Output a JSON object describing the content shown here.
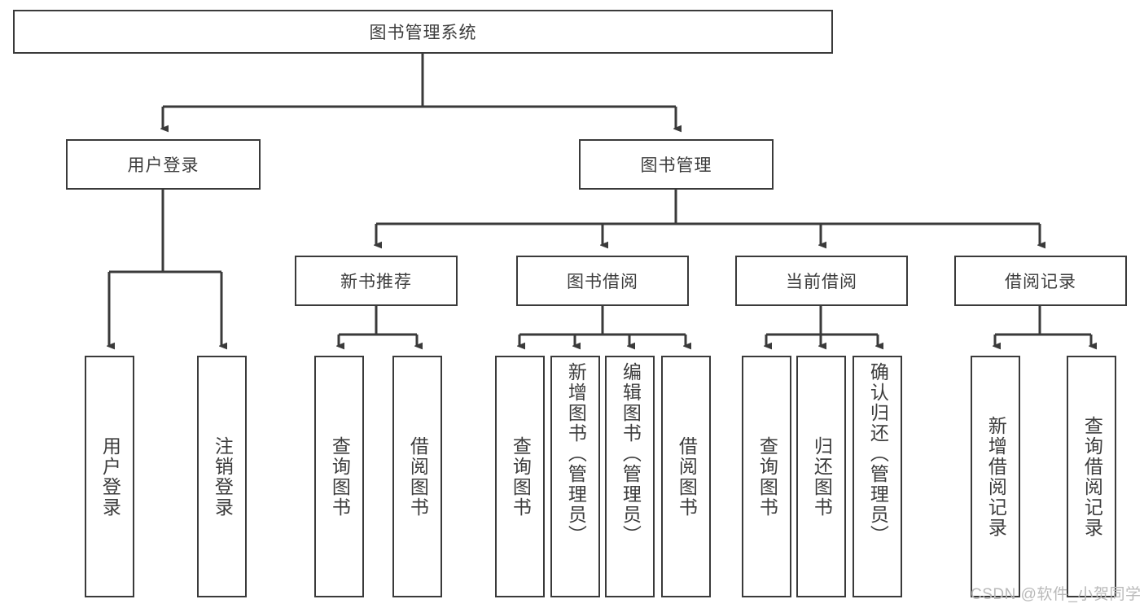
{
  "diagram": {
    "title_node": {
      "label": "图书管理系统"
    },
    "level2": [
      {
        "id": "user-login",
        "label": "用户登录"
      },
      {
        "id": "book-management",
        "label": "图书管理"
      }
    ],
    "level3": [
      {
        "id": "new-book-recommend",
        "label": "新书推荐"
      },
      {
        "id": "book-borrow",
        "label": "图书借阅"
      },
      {
        "id": "current-borrow",
        "label": "当前借阅"
      },
      {
        "id": "borrow-record",
        "label": "借阅记录"
      }
    ],
    "leaves": {
      "user_login": [
        {
          "id": "leaf-user-login",
          "label": "用户登录"
        },
        {
          "id": "leaf-logout-login",
          "label": "注销登录"
        }
      ],
      "new_book_recommend": [
        {
          "id": "leaf-query-book-1",
          "label": "查询图书"
        },
        {
          "id": "leaf-borrow-book-1",
          "label": "借阅图书"
        }
      ],
      "book_borrow": [
        {
          "id": "leaf-query-book-2",
          "label": "查询图书"
        },
        {
          "id": "leaf-add-book",
          "label": "新增图书（管理员）"
        },
        {
          "id": "leaf-edit-book",
          "label": "编辑图书（管理员）"
        },
        {
          "id": "leaf-borrow-book-2",
          "label": "借阅图书"
        }
      ],
      "current_borrow": [
        {
          "id": "leaf-query-book-3",
          "label": "查询图书"
        },
        {
          "id": "leaf-return-book",
          "label": "归还图书"
        },
        {
          "id": "leaf-confirm-return",
          "label": "确认归还（管理员）"
        }
      ],
      "borrow_record": [
        {
          "id": "leaf-add-record",
          "label": "新增借阅记录"
        },
        {
          "id": "leaf-query-record",
          "label": "查询借阅记录"
        }
      ]
    },
    "watermark": "CSDN @软件_小贺同学",
    "colors": {
      "stroke": "#3a3a3a",
      "text": "#3c3c3c",
      "background": "#ffffff",
      "watermark": "#b9b9b9"
    }
  }
}
